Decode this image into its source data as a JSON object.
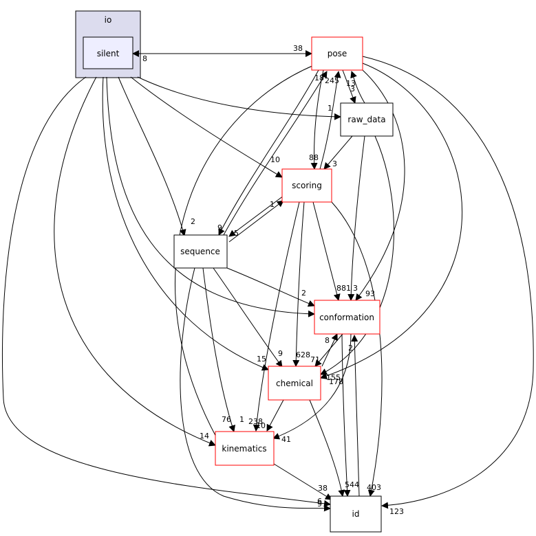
{
  "cluster": {
    "label": "io"
  },
  "nodes": {
    "silent": {
      "label": "silent"
    },
    "pose": {
      "label": "pose"
    },
    "raw_data": {
      "label": "raw_data"
    },
    "scoring": {
      "label": "scoring"
    },
    "sequence": {
      "label": "sequence"
    },
    "conformation": {
      "label": "conformation"
    },
    "chemical": {
      "label": "chemical"
    },
    "kinematics": {
      "label": "kinematics"
    },
    "id": {
      "label": "id"
    }
  },
  "edge_labels": [
    "38",
    "8",
    "1",
    "10",
    "2",
    "18",
    "245",
    "13",
    "3",
    "88",
    "3",
    "9",
    "1",
    "5",
    "881",
    "3",
    "93",
    "2",
    "8",
    "628",
    "71",
    "2",
    "15",
    "9",
    "155",
    "178",
    "76",
    "1",
    "238",
    "10",
    "41",
    "14",
    "38",
    "6",
    "9",
    "544",
    "403",
    "123"
  ],
  "colors": {
    "cluster_fill": "#dcdcee",
    "silent_fill": "#eeeeff",
    "red_border": "#ff0000",
    "black": "#000000"
  }
}
